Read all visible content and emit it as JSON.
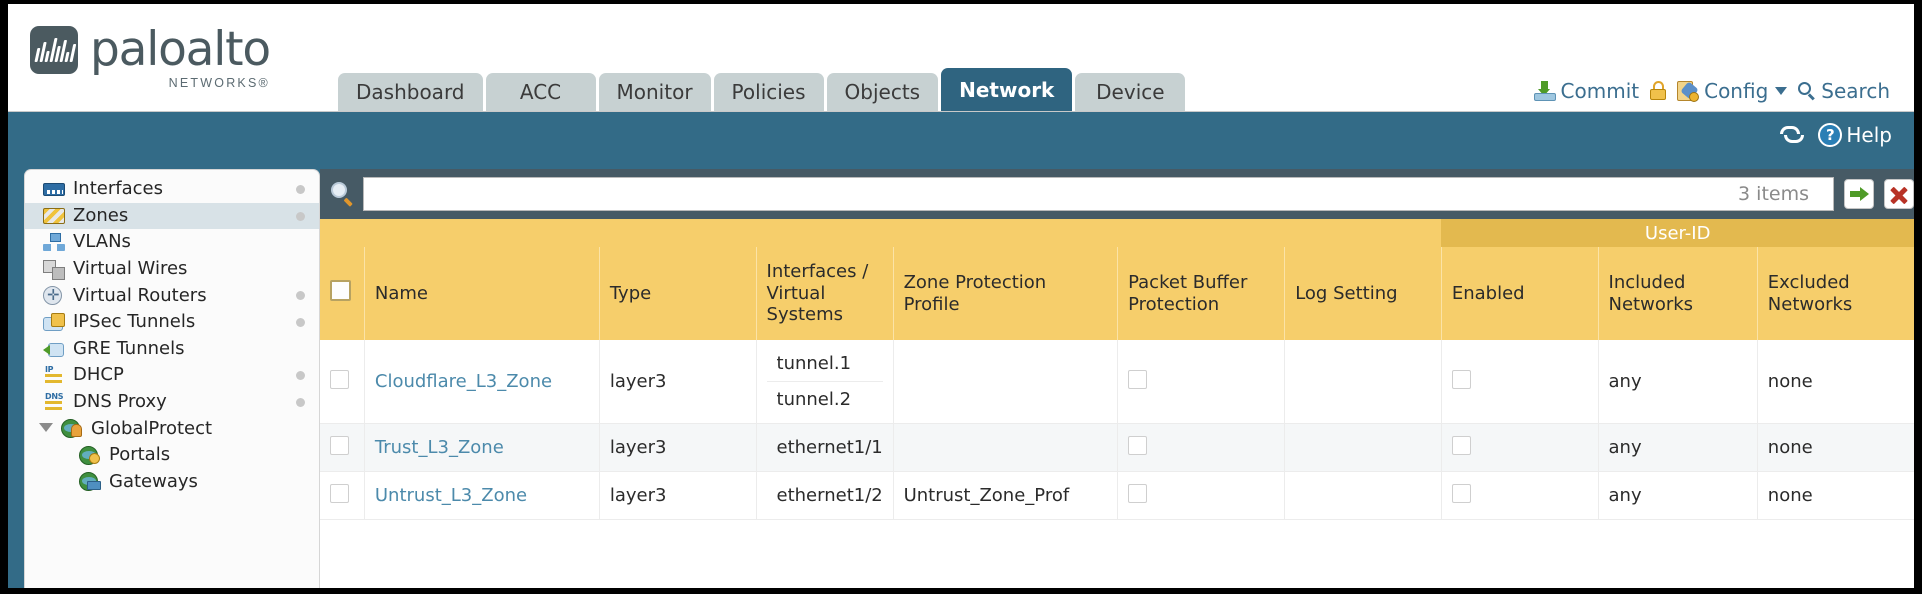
{
  "brand": {
    "name": "paloalto",
    "sub": "NETWORKS®",
    "logo_icon": "paloalto-logo-icon"
  },
  "nav": {
    "tabs": [
      {
        "label": "Dashboard",
        "active": false
      },
      {
        "label": "ACC",
        "active": false
      },
      {
        "label": "Monitor",
        "active": false
      },
      {
        "label": "Policies",
        "active": false
      },
      {
        "label": "Objects",
        "active": false
      },
      {
        "label": "Network",
        "active": true
      },
      {
        "label": "Device",
        "active": false
      }
    ]
  },
  "top_actions": {
    "commit": "Commit",
    "config": "Config",
    "search": "Search",
    "lock_icon": "padlock-icon"
  },
  "subheader": {
    "help": "Help",
    "refresh_icon": "refresh-icon",
    "help_icon": "help-icon"
  },
  "sidebar": {
    "items": [
      {
        "label": "Interfaces",
        "icon": "interfaces-icon",
        "glyph": "g-interfaces",
        "dot": true,
        "selected": false,
        "child": false,
        "expander": false
      },
      {
        "label": "Zones",
        "icon": "zones-icon",
        "glyph": "g-zones",
        "dot": true,
        "selected": true,
        "child": false,
        "expander": false
      },
      {
        "label": "VLANs",
        "icon": "vlans-icon",
        "glyph": "g-vlans",
        "dot": false,
        "selected": false,
        "child": false,
        "expander": false
      },
      {
        "label": "Virtual Wires",
        "icon": "virtual-wires-icon",
        "glyph": "g-vwires",
        "dot": false,
        "selected": false,
        "child": false,
        "expander": false
      },
      {
        "label": "Virtual Routers",
        "icon": "virtual-routers-icon",
        "glyph": "g-vrouters",
        "dot": true,
        "selected": false,
        "child": false,
        "expander": false
      },
      {
        "label": "IPSec Tunnels",
        "icon": "ipsec-tunnels-icon",
        "glyph": "g-ipsec",
        "dot": true,
        "selected": false,
        "child": false,
        "expander": false
      },
      {
        "label": "GRE Tunnels",
        "icon": "gre-tunnels-icon",
        "glyph": "g-gre",
        "dot": false,
        "selected": false,
        "child": false,
        "expander": false
      },
      {
        "label": "DHCP",
        "icon": "dhcp-icon",
        "glyph": "g-dhcp",
        "dot": true,
        "selected": false,
        "child": false,
        "expander": false,
        "tag": "IP"
      },
      {
        "label": "DNS Proxy",
        "icon": "dns-proxy-icon",
        "glyph": "g-dns",
        "dot": true,
        "selected": false,
        "child": false,
        "expander": false,
        "tag": "DNS"
      },
      {
        "label": "GlobalProtect",
        "icon": "globalprotect-icon",
        "glyph": "g-globe",
        "dot": false,
        "selected": false,
        "child": false,
        "expander": true,
        "overlay": "g-gp-person"
      },
      {
        "label": "Portals",
        "icon": "portals-icon",
        "glyph": "g-globe",
        "dot": false,
        "selected": false,
        "child": true,
        "expander": false,
        "overlay": "g-gp-gear"
      },
      {
        "label": "Gateways",
        "icon": "gateways-icon",
        "glyph": "g-globe",
        "dot": false,
        "selected": false,
        "child": true,
        "expander": false,
        "overlay": "g-gp-gw"
      }
    ]
  },
  "search": {
    "value": "",
    "placeholder": "",
    "item_count": "3 items",
    "search_icon": "search-icon",
    "go_icon": "go-arrow-icon",
    "clear_icon": "clear-x-icon"
  },
  "table": {
    "group_header": {
      "user_id": "User-ID"
    },
    "columns": [
      "Name",
      "Type",
      "Interfaces / Virtual Systems",
      "Zone Protection Profile",
      "Packet Buffer Protection",
      "Log Setting",
      "Enabled",
      "Included Networks",
      "Excluded Networks"
    ],
    "rows": [
      {
        "name": "Cloudflare_L3_Zone",
        "type": "layer3",
        "interfaces": [
          "tunnel.1",
          "tunnel.2"
        ],
        "zone_protection_profile": "",
        "packet_buffer_protection": false,
        "log_setting": "",
        "userid_enabled": false,
        "included_networks": "any",
        "excluded_networks": "none",
        "selected": false
      },
      {
        "name": "Trust_L3_Zone",
        "type": "layer3",
        "interfaces": [
          "ethernet1/1"
        ],
        "zone_protection_profile": "",
        "packet_buffer_protection": false,
        "log_setting": "",
        "userid_enabled": false,
        "included_networks": "any",
        "excluded_networks": "none",
        "selected": false
      },
      {
        "name": "Untrust_L3_Zone",
        "type": "layer3",
        "interfaces": [
          "ethernet1/2"
        ],
        "zone_protection_profile": "Untrust_Zone_Prof",
        "packet_buffer_protection": false,
        "log_setting": "",
        "userid_enabled": false,
        "included_networks": "any",
        "excluded_networks": "none",
        "selected": false
      }
    ]
  },
  "colors": {
    "brand_blue": "#336b87",
    "tab_active": "#2f6480",
    "table_header": "#f6ce6b",
    "table_group_header": "#e3b94f",
    "link": "#4c8aab",
    "panel_dark": "#465a65"
  }
}
